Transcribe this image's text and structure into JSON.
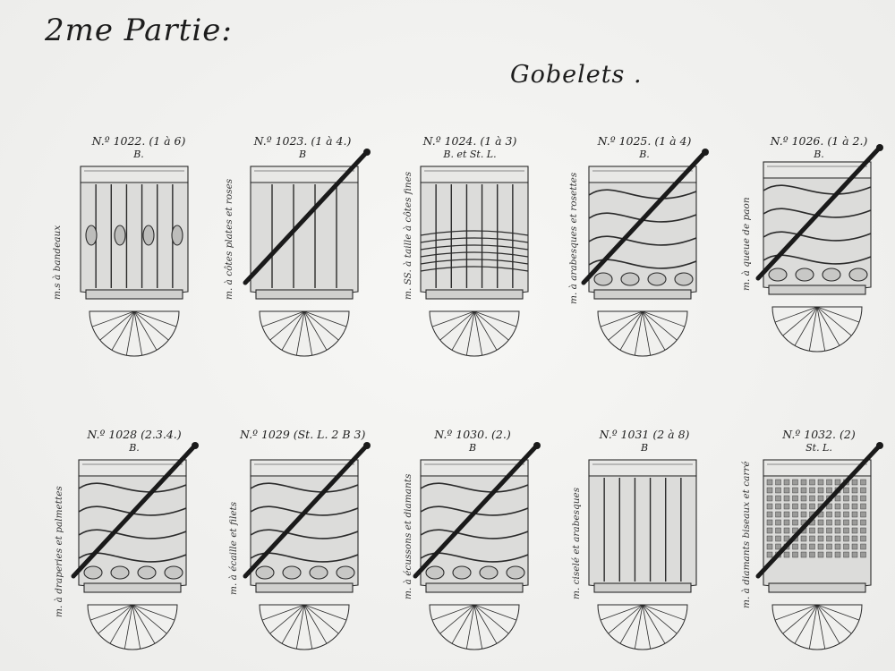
{
  "page": {
    "part_title": "2me Partie:",
    "section_title": "Gobelets ."
  },
  "items": [
    {
      "number": "N.º 1022. (1 à 6)",
      "mark": "B.",
      "description": "m.s à bandeaux",
      "struck": false
    },
    {
      "number": "N.º 1023. (1 à 4.)",
      "mark": "B",
      "description": "m. à côtes plates et roses",
      "struck": true
    },
    {
      "number": "N.º 1024. (1 à 3)",
      "mark": "B. et St. L.",
      "description": "m. SS. à taille à côtes fines",
      "struck": false
    },
    {
      "number": "N.º 1025. (1 à 4)",
      "mark": "B.",
      "description": "m. à arabesques et rosettes",
      "struck": true
    },
    {
      "number": "N.º 1026. (1 à 2.)",
      "mark": "B.",
      "description": "m. à queue de paon",
      "struck": true
    },
    {
      "number": "N.º 1028 (2.3.4.)",
      "mark": "B.",
      "description": "m. à draperies et palmettes",
      "struck": true
    },
    {
      "number": "N.º 1029 (St. L. 2 B 3)",
      "mark": "",
      "description": "m. à écaille et filets",
      "struck": true
    },
    {
      "number": "N.º 1030. (2.)",
      "mark": "B",
      "description": "m. à écussons et diamants",
      "struck": true
    },
    {
      "number": "N.º 1031 (2 à 8)",
      "mark": "B",
      "description": "m. ciselé et arabesques",
      "struck": false
    },
    {
      "number": "N.º 1032. (2)",
      "mark": "St. L.",
      "description": "m. à diamants biseaux et carré",
      "struck": true
    }
  ]
}
